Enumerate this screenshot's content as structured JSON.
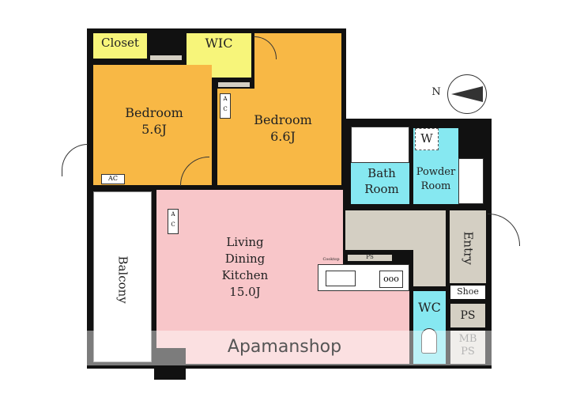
{
  "rooms": {
    "closet": "Closet",
    "wic": "WIC",
    "bedroom1": {
      "name": "Bedroom",
      "size": "5.6J"
    },
    "bedroom2": {
      "name": "Bedroom",
      "size": "6.6J"
    },
    "ldk": {
      "line1": "Living",
      "line2": "Dining",
      "line3": "Kitchen",
      "size": "15.0J"
    },
    "balcony": "Balcony",
    "bath": {
      "line1": "Bath",
      "line2": "Room"
    },
    "powder": {
      "line1": "Powder",
      "line2": "Room"
    },
    "washer": "W",
    "entry": "Entry",
    "shoe": "Shoe",
    "wc": "WC",
    "ps": "PS",
    "mbps": {
      "line1": "MB",
      "line2": "PS"
    }
  },
  "labels": {
    "ac": "AC",
    "ps_small": "PS",
    "cooktop": "Cooktop"
  },
  "compass": {
    "north": "N"
  },
  "watermark": "Apamanshop",
  "colors": {
    "bedroom": "#f8b845",
    "closet": "#f7f57a",
    "ldk": "#f8c6c9",
    "wet": "#86e8f1",
    "hall": "#d4cfc3"
  }
}
